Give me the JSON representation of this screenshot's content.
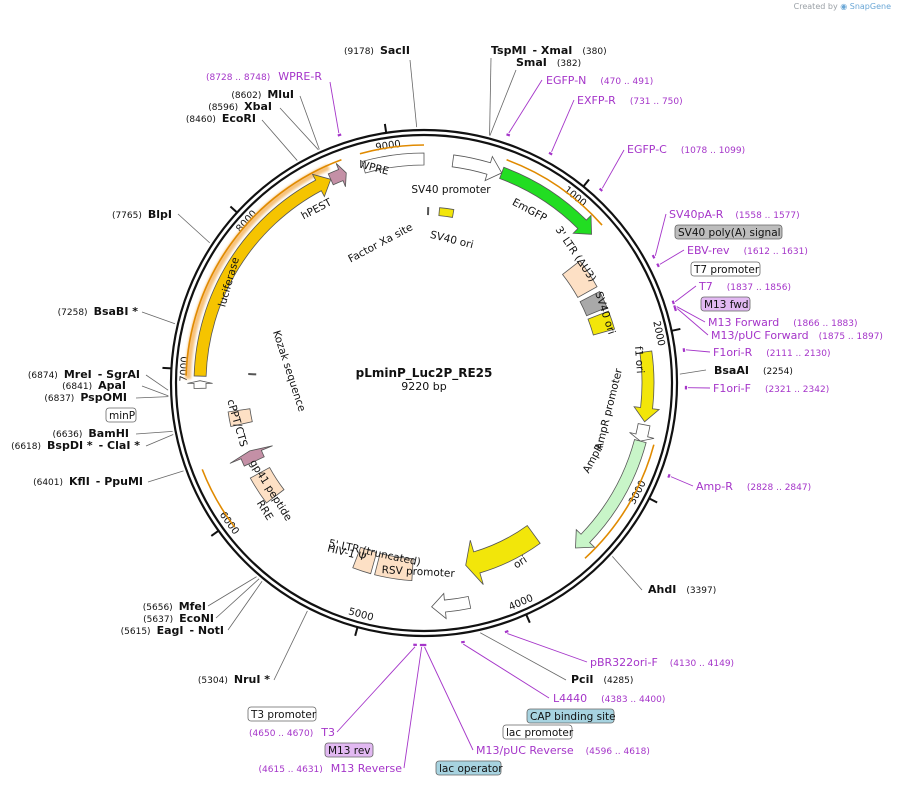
{
  "watermark": {
    "prefix": "Created by",
    "brand": "SnapGene"
  },
  "plasmid": {
    "name": "pLminP_Luc2P_RE25",
    "length_label": "9220 bp",
    "length": 9220
  },
  "ring_ticks": [
    {
      "label": "1000",
      "pos": 1000
    },
    {
      "label": "2000",
      "pos": 2000
    },
    {
      "label": "3000",
      "pos": 3000
    },
    {
      "label": "4000",
      "pos": 4000
    },
    {
      "label": "5000",
      "pos": 5000
    },
    {
      "label": "6000",
      "pos": 6000
    },
    {
      "label": "7000",
      "pos": 7000
    },
    {
      "label": "8000",
      "pos": 8000
    },
    {
      "label": "9000",
      "pos": 9000
    }
  ],
  "colors": {
    "ring": "#111111",
    "site_line": "#555555",
    "primer": "#a535c9",
    "yellow": "#f2e60a",
    "green": "#22dd22",
    "pale_green": "#c8f5c8",
    "luciferase": "#f5c400",
    "peach": "#fde0c5",
    "mauve": "#c490a6",
    "gray": "#a9a9a9"
  },
  "features": [
    {
      "name": "SV40 promoter",
      "start": 190,
      "end": 520,
      "track": "outer",
      "fill": "#ffffff",
      "arrow": true
    },
    {
      "name": "EmGFP",
      "start": 520,
      "end": 1240,
      "track": "outer",
      "fill": "#22dd22",
      "arrow": true
    },
    {
      "name": "3' LTR (ΔU3)",
      "start": 1330,
      "end": 1560,
      "track": "inner",
      "fill": "#fde0c5",
      "arrow": false
    },
    {
      "name": "SV40 poly(A) signal",
      "start": 1600,
      "end": 1730,
      "track": "inner",
      "fill": "#a9a9a9",
      "arrow": false
    },
    {
      "name": "SV40 ori",
      "start": 1760,
      "end": 1900,
      "track": "inner",
      "fill": "#f2e60a",
      "arrow": false
    },
    {
      "name": "f1 ori",
      "start": 2100,
      "end": 2560,
      "track": "outer",
      "fill": "#f2e60a",
      "arrow": true
    },
    {
      "name": "AmpR promoter",
      "start": 2580,
      "end": 2690,
      "track": "outer",
      "fill": "#ffffff",
      "arrow": true
    },
    {
      "name": "AmpR",
      "start": 2690,
      "end": 3520,
      "track": "outer",
      "fill": "#c8f5c8",
      "arrow": true
    },
    {
      "name": "ori",
      "start": 3690,
      "end": 4280,
      "track": "inner",
      "fill": "#f2e60a",
      "arrow": true
    },
    {
      "name": "RSV promoter",
      "start": 4310,
      "end": 4560,
      "track": "outer",
      "fill": "#ffffff",
      "arrow": true
    },
    {
      "name": "HIV-1 Ψ",
      "start": 4700,
      "end": 4980,
      "track": "inner",
      "fill": "#fde0c5",
      "arrow": false
    },
    {
      "name": "5' LTR (truncated)",
      "start": 5010,
      "end": 5150,
      "track": "inner",
      "fill": "#fde0c5",
      "arrow": false
    },
    {
      "name": "RRE",
      "start": 5960,
      "end": 6180,
      "track": "inner",
      "fill": "#fde0c5",
      "arrow": false
    },
    {
      "name": "gp41 peptide",
      "start": 6280,
      "end": 6370,
      "track": "inner",
      "fill": "#c490a6",
      "arrow": true
    },
    {
      "name": "cPPT/CTS",
      "start": 6590,
      "end": 6700,
      "track": "inner",
      "fill": "#fde0c5",
      "arrow": false
    },
    {
      "name": "minP",
      "start": 6880,
      "end": 6930,
      "track": "outer",
      "fill": "#ffffff",
      "arrow": true
    },
    {
      "name": "luciferase",
      "start": 6960,
      "end": 8590,
      "track": "outer",
      "fill": "#f5c400",
      "arrow": true
    },
    {
      "name": "hPEST",
      "start": 8590,
      "end": 8700,
      "track": "outer",
      "fill": "#c490a6",
      "arrow": true
    },
    {
      "name": "WPRE",
      "start": 8820,
      "end": 9220,
      "track": "outer",
      "fill": "#ffffff",
      "arrow": false
    },
    {
      "name": "Factor Xa site",
      "start": 35,
      "end": 45,
      "track": "mid",
      "fill": "#555555",
      "arrow": false
    },
    {
      "name": "SV40 ori",
      "start": 130,
      "end": 250,
      "track": "mid",
      "fill": "#f2e60a",
      "arrow": false
    },
    {
      "name": "Kozak sequence",
      "start": 6990,
      "end": 7010,
      "track": "mid",
      "fill": "#555555",
      "arrow": false
    }
  ],
  "enzymes": [
    {
      "name": "SacII",
      "pos_label": "(9178)"
    },
    {
      "name": "TspMI",
      "sep": "- XmaI",
      "pos_label": "(380)"
    },
    {
      "name": "SmaI",
      "pos_label": "(382)"
    },
    {
      "name": "MluI",
      "pos_label": "(8602)"
    },
    {
      "name": "XbaI",
      "pos_label": "(8596)"
    },
    {
      "name": "EcoRI",
      "pos_label": "(8460)"
    },
    {
      "name": "BlpI",
      "pos_label": "(7765)"
    },
    {
      "name": "BsaBI *",
      "pos_label": "(7258)"
    },
    {
      "name": "MreI",
      "sep": "- SgrAI",
      "pos_label": "(6874)"
    },
    {
      "name": "ApaI",
      "pos_label": "(6841)"
    },
    {
      "name": "PspOMI",
      "pos_label": "(6837)"
    },
    {
      "name": "BamHI",
      "pos_label": "(6636)"
    },
    {
      "name": "BspDI *",
      "sep": "- ClaI *",
      "pos_label": "(6618)"
    },
    {
      "name": "KflI",
      "sep": "- PpuMI",
      "pos_label": "(6401)"
    },
    {
      "name": "MfeI",
      "pos_label": "(5656)"
    },
    {
      "name": "EcoNI",
      "pos_label": "(5637)"
    },
    {
      "name": "EagI",
      "sep": "- NotI",
      "pos_label": "(5615)"
    },
    {
      "name": "NruI *",
      "pos_label": "(5304)"
    },
    {
      "name": "BsaAI",
      "pos_label": "(2254)"
    },
    {
      "name": "AhdI",
      "pos_label": "(3397)"
    },
    {
      "name": "PciI",
      "pos_label": "(4285)"
    }
  ],
  "primers": [
    {
      "name": "WPRE-R",
      "pos_label": "(8728 .. 8748)"
    },
    {
      "name": "EGFP-N",
      "pos_label": "(470 .. 491)"
    },
    {
      "name": "EXFP-R",
      "pos_label": "(731 .. 750)"
    },
    {
      "name": "EGFP-C",
      "pos_label": "(1078 .. 1099)"
    },
    {
      "name": "SV40pA-R",
      "pos_label": "(1558 .. 1577)"
    },
    {
      "name": "EBV-rev",
      "pos_label": "(1612 .. 1631)"
    },
    {
      "name": "T7",
      "pos_label": "(1837 .. 1856)"
    },
    {
      "name": "M13 Forward",
      "pos_label": "(1866 .. 1883)"
    },
    {
      "name": "M13/pUC Forward",
      "pos_label": "(1875 .. 1897)"
    },
    {
      "name": "F1ori-R",
      "pos_label": "(2111 .. 2130)"
    },
    {
      "name": "F1ori-F",
      "pos_label": "(2321 .. 2342)"
    },
    {
      "name": "Amp-R",
      "pos_label": "(2828 .. 2847)"
    },
    {
      "name": "pBR322ori-F",
      "pos_label": "(4130 .. 4149)"
    },
    {
      "name": "L4440",
      "pos_label": "(4383 .. 4400)"
    },
    {
      "name": "M13/pUC Reverse",
      "pos_label": "(4596 .. 4618)"
    },
    {
      "name": "T3",
      "pos_label": "(4650 .. 4670)"
    },
    {
      "name": "M13 Reverse",
      "pos_label": "(4615 .. 4631)"
    }
  ],
  "boxed_labels": [
    {
      "name": "SV40 poly(A) signal",
      "style": "gray"
    },
    {
      "name": "T7 promoter",
      "style": "white"
    },
    {
      "name": "M13 fwd",
      "style": "purple"
    },
    {
      "name": "minP",
      "style": "white"
    },
    {
      "name": "T3 promoter",
      "style": "white"
    },
    {
      "name": "M13 rev",
      "style": "purple"
    },
    {
      "name": "CAP binding site",
      "style": "teal"
    },
    {
      "name": "lac promoter",
      "style": "white"
    },
    {
      "name": "lac operator",
      "style": "teal"
    }
  ]
}
